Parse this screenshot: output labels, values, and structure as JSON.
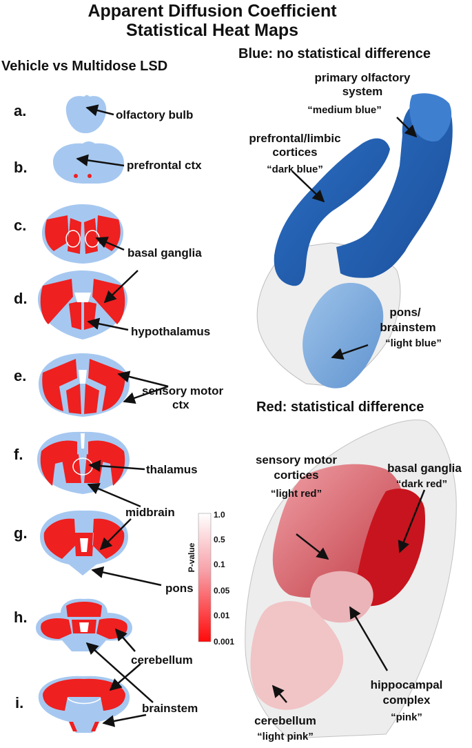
{
  "title_line1": "Apparent Diffusion Coefficient",
  "title_line2": "Statistical Heat Maps",
  "left_heading": "Vehicle vs Multidose LSD",
  "blue_heading": "Blue: no statistical difference",
  "red_heading": "Red: statistical difference",
  "colors": {
    "no_difference": "#a6c8f0",
    "difference": "#ee2020",
    "outline": "#ffffff"
  },
  "slices": [
    {
      "letter": "a.",
      "labels": [
        "olfactory bulb"
      ]
    },
    {
      "letter": "b.",
      "labels": [
        "prefrontal ctx"
      ]
    },
    {
      "letter": "c.",
      "labels": [
        "basal ganglia"
      ]
    },
    {
      "letter": "d.",
      "labels": [
        "hypothalamus"
      ]
    },
    {
      "letter": "e.",
      "labels": [
        "sensory motor",
        "ctx"
      ]
    },
    {
      "letter": "f.",
      "labels": [
        "thalamus",
        "midbrain"
      ]
    },
    {
      "letter": "g.",
      "labels": [
        "pons"
      ]
    },
    {
      "letter": "h.",
      "labels": [
        "cerebellum"
      ]
    },
    {
      "letter": "i.",
      "labels": [
        "brainstem"
      ]
    }
  ],
  "colorbar": {
    "axis_label": "P-value",
    "ticks": [
      "1.0",
      "0.5",
      "0.1",
      "0.05",
      "0.01",
      "0.001"
    ],
    "gradient_top": "#ffffff",
    "gradient_bottom": "#ff0000"
  },
  "blue_regions": [
    {
      "name_lines": [
        "primary olfactory",
        "system"
      ],
      "shade": "“medium blue”"
    },
    {
      "name_lines": [
        "prefrontal/limbic",
        "cortices"
      ],
      "shade": "“dark blue”"
    },
    {
      "name_lines": [
        "pons/",
        "brainstem"
      ],
      "shade": "“light blue”"
    }
  ],
  "red_regions": [
    {
      "name_lines": [
        "sensory motor",
        "cortices"
      ],
      "shade": "“light red”"
    },
    {
      "name_lines": [
        "basal ganglia"
      ],
      "shade": "“dark red”"
    },
    {
      "name_lines": [
        "hippocampal",
        "complex"
      ],
      "shade": "“pink”"
    },
    {
      "name_lines": [
        "cerebellum"
      ],
      "shade": "“light pink”"
    }
  ]
}
